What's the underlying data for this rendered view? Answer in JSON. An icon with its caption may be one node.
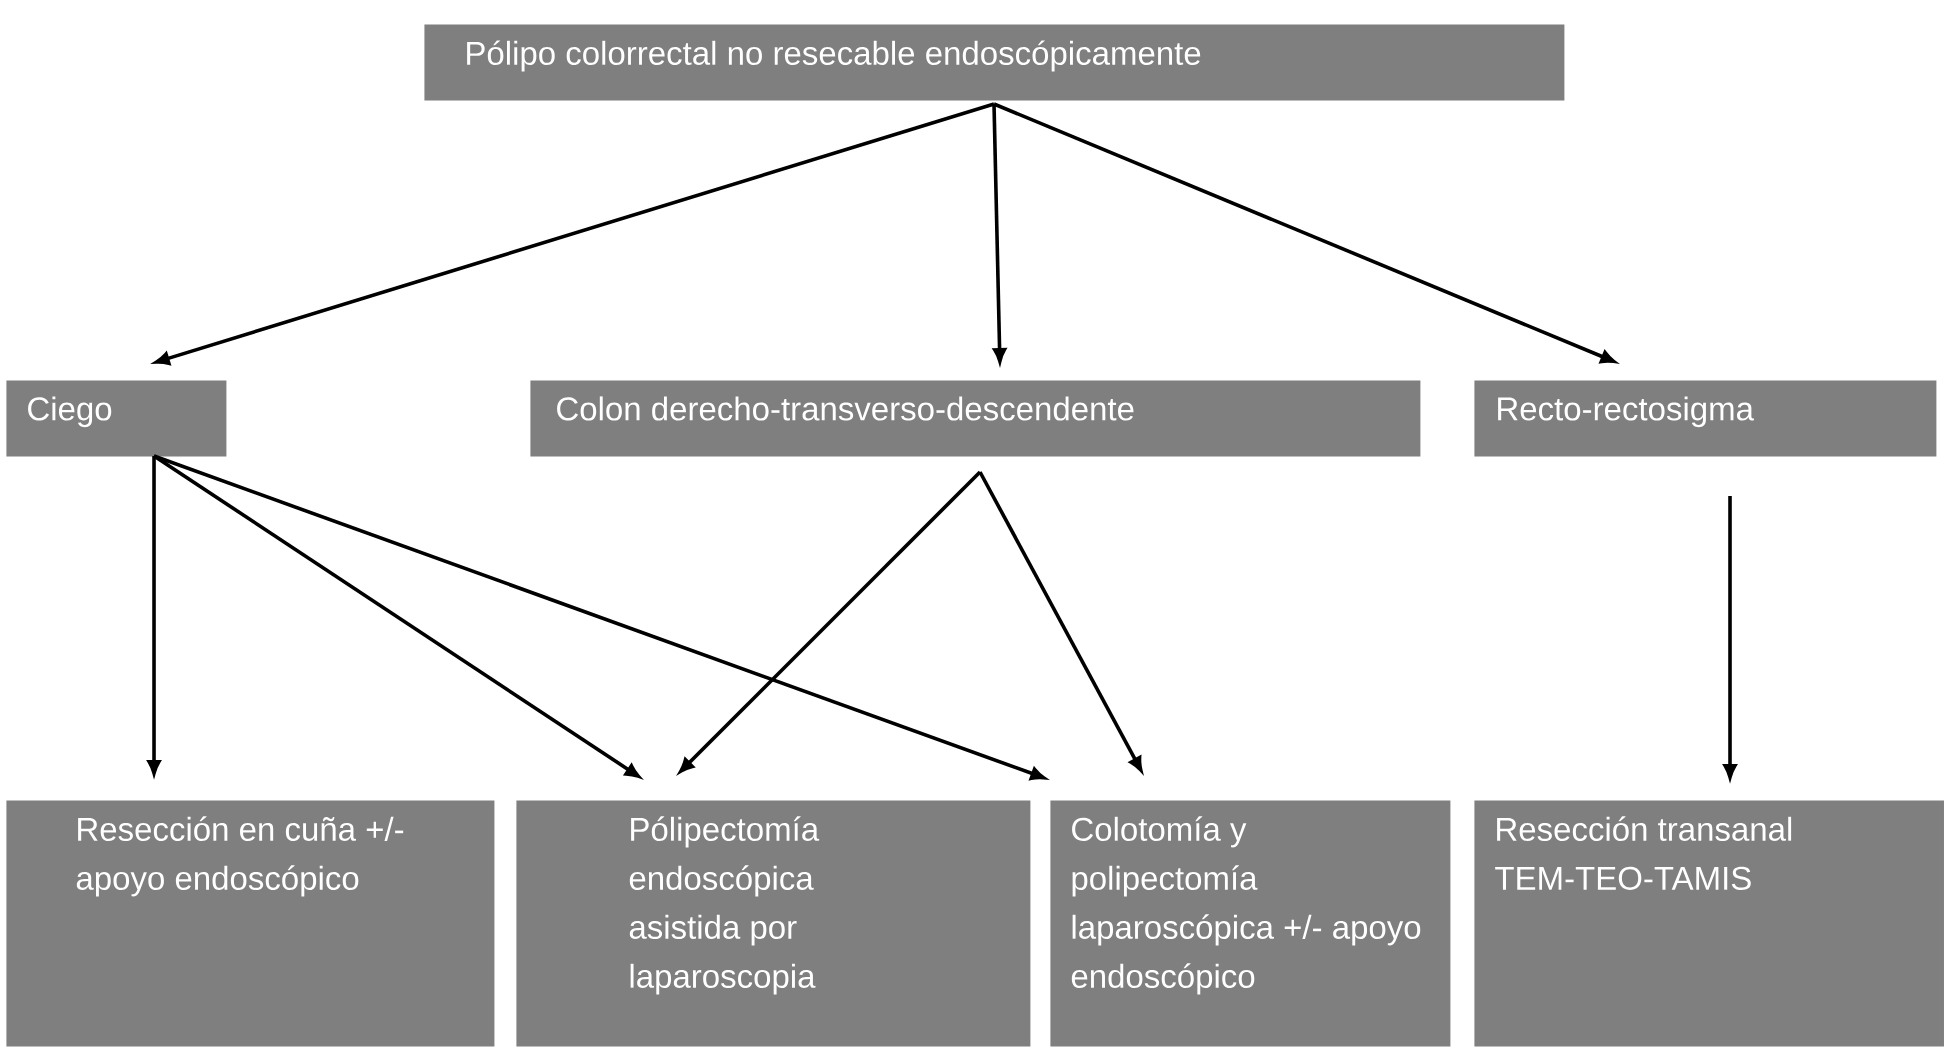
{
  "diagram": {
    "nodes": [
      {
        "text": [
          "Pólipo colorrectal no resecable endoscópicamente"
        ]
      },
      {
        "text": [
          "Ciego"
        ]
      },
      {
        "text": [
          "Colon derecho-transverso-descendente"
        ]
      },
      {
        "text": [
          "Recto-rectosigma"
        ]
      },
      {
        "text": [
          "Resección en cuña +/- apoyo endoscópico"
        ]
      },
      {
        "text": [
          "Pólipectomía endoscópica asistida por laparoscopia"
        ]
      },
      {
        "text": [
          "Colotomía y polipectomía laparoscópica +/- apoyo endoscópico"
        ]
      },
      {
        "text": [
          "Resección transanal TEM-TEO-TAMIS"
        ]
      }
    ],
    "edges": [
      {
        "from": 0,
        "to": 1,
        "arrow": "to"
      },
      {
        "from": 0,
        "to": 2,
        "arrow": "to"
      },
      {
        "from": 0,
        "to": 3,
        "arrow": "to"
      },
      {
        "from": 1,
        "to": 4,
        "arrow": "to"
      },
      {
        "from": 1,
        "to": 5,
        "arrow": "to"
      },
      {
        "from": 1,
        "to": 6,
        "arrow": "to"
      },
      {
        "from": 2,
        "to": 5,
        "arrow": "to"
      },
      {
        "from": 2,
        "to": 6,
        "arrow": "to"
      },
      {
        "from": 3,
        "to": 7,
        "arrow": "to"
      }
    ]
  }
}
